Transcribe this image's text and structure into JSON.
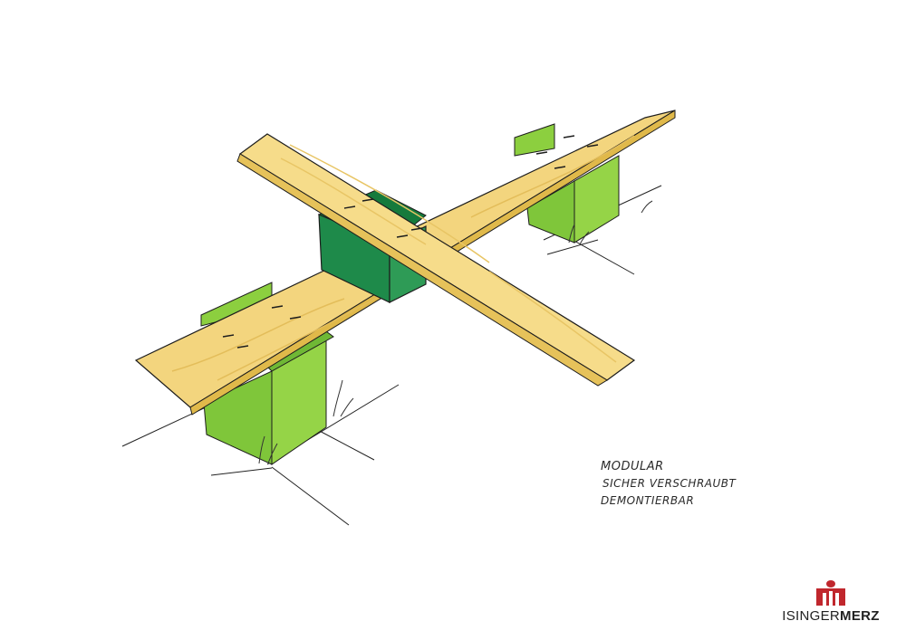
{
  "notes": [
    "Modular",
    "sicher Verschraubt",
    "demontierbar"
  ],
  "brand": {
    "part1": "ISINGER",
    "part2": "MERZ",
    "logo_icon": "isingermerz-logo-icon",
    "accent": "#c0272d"
  },
  "palette": {
    "wood": "#f3d57e",
    "wood_edge": "#e0b94a",
    "support_light": "#8ccf3f",
    "support_dark": "#1e8a4a",
    "ink": "#1d1d1d"
  }
}
